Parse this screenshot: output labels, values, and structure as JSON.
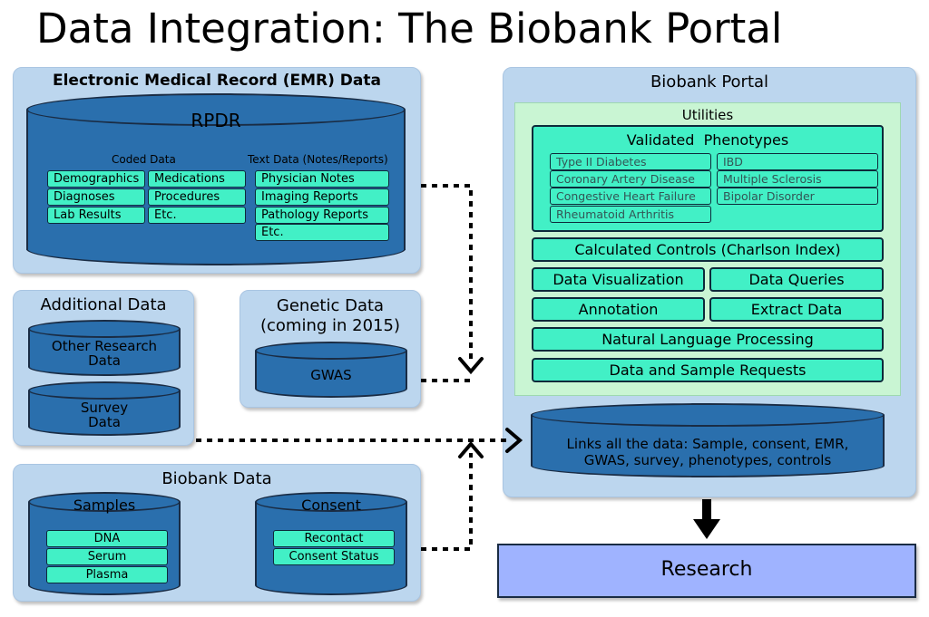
{
  "title": "Data Integration: The Biobank Portal",
  "emr": {
    "title": "Electronic Medical Record (EMR) Data",
    "rpdr_label": "RPDR",
    "coded_label": "Coded Data",
    "text_label": "Text Data (Notes/Reports)",
    "coded_items": [
      "Demographics",
      "Medications",
      "Diagnoses",
      "Procedures",
      "Lab Results",
      "Etc."
    ],
    "text_items": [
      "Physician Notes",
      "Imaging Reports",
      "Pathology Reports",
      "Etc."
    ]
  },
  "additional": {
    "title": "Additional Data",
    "db1": "Other Research Data",
    "db2": "Survey Data"
  },
  "genetic": {
    "title_line1": "Genetic Data",
    "title_line2": "(coming in 2015)",
    "db": "GWAS"
  },
  "biobank": {
    "title": "Biobank Data",
    "samples_label": "Samples",
    "samples_items": [
      "DNA",
      "Serum",
      "Plasma"
    ],
    "consent_label": "Consent",
    "consent_items": [
      "Recontact",
      "Consent Status"
    ]
  },
  "portal": {
    "title": "Biobank Portal",
    "utilities_label": "Utilities",
    "phenotypes_label": "Validated  Phenotypes",
    "phenotypes_left": [
      "Type II Diabetes",
      "Coronary Artery Disease",
      "Congestive Heart Failure",
      "Rheumatoid Arthritis"
    ],
    "phenotypes_right": [
      "IBD",
      "Multiple Sclerosis",
      "Bipolar Disorder"
    ],
    "calculated_controls": "Calculated Controls (Charlson Index)",
    "data_visualization": "Data Visualization",
    "data_queries": "Data Queries",
    "annotation": "Annotation",
    "extract_data": "Extract Data",
    "nlp": "Natural Language Processing",
    "requests": "Data and Sample Requests",
    "links_line1": "Links all the data: Sample, consent, EMR,",
    "links_line2": "GWAS, survey, phenotypes, controls"
  },
  "research": "Research",
  "colors": {
    "panel": "#bcd6ee",
    "cylinder": "#2a6fad",
    "item_box": "#42f0c6",
    "utilities_bg": "#c9f5d3",
    "research_box": "#9fb3ff"
  }
}
